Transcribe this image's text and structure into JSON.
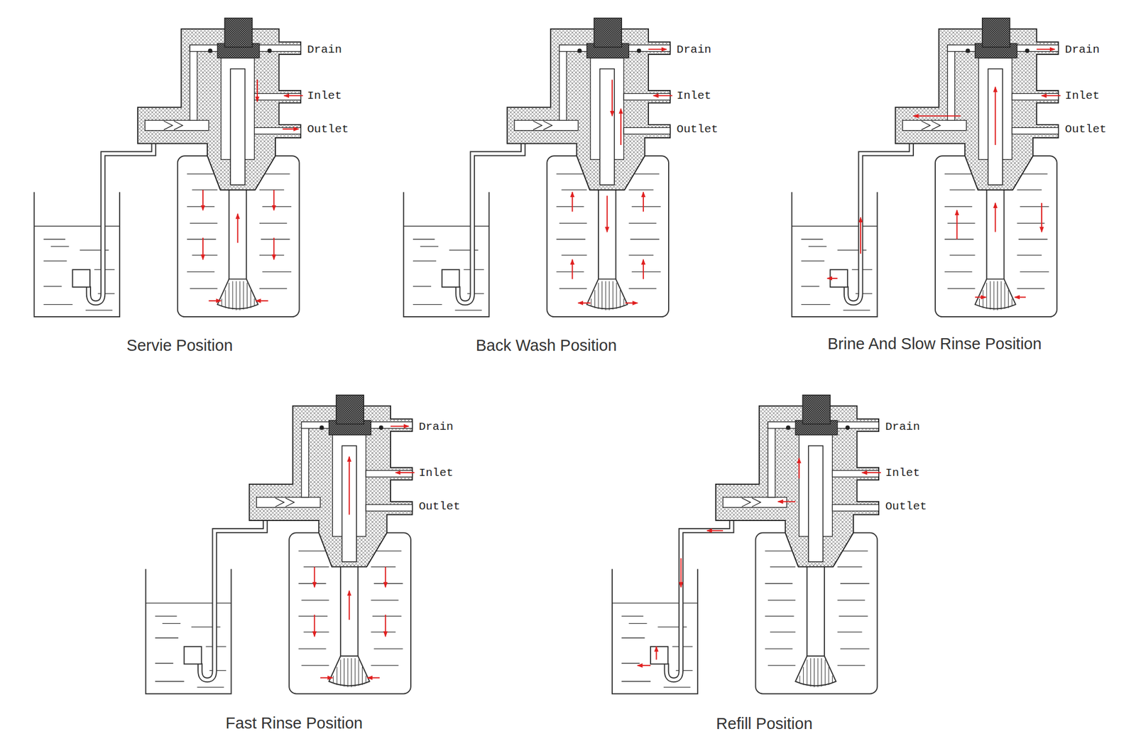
{
  "diagram": {
    "labels": [
      "Drain",
      "Inlet",
      "Outlet",
      "Servie Position",
      "Drain",
      "Inlet",
      "Outlet",
      "Back Wash Position",
      "Drain",
      "Inlet",
      "Outlet",
      "Brine And Slow Rinse Position",
      "Drain",
      "Inlet",
      "Outlet",
      "Fast Rinse Position",
      "Drain",
      "Inlet",
      "Outlet",
      "Refill Position"
    ]
  }
}
